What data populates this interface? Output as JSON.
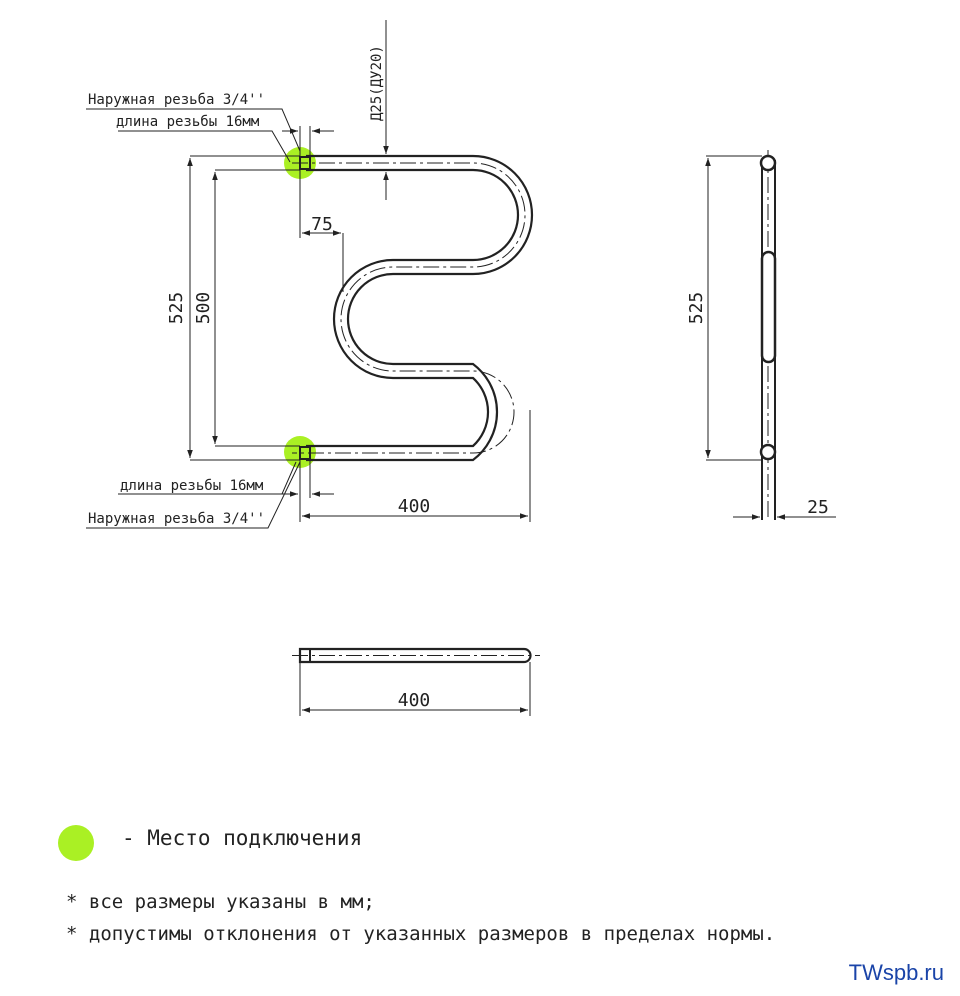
{
  "colors": {
    "line": "#222222",
    "connection_marker": "#aaf024",
    "brand": "#1a44a8"
  },
  "labels": {
    "thread_top": "Наружная резьба 3/4''",
    "thread_len_top": "длина резьбы 16мм",
    "thread_len_bottom": "длина резьбы 16мм",
    "thread_bottom": "Наружная резьба 3/4''",
    "pipe_diameter": "Д25(ДУ20)"
  },
  "dimensions": {
    "height_outer": "525",
    "height_inner": "500",
    "offset": "75",
    "width_front": "400",
    "height_side": "525",
    "depth_side": "25",
    "width_top": "400"
  },
  "legend": {
    "marker_icon": "connection-point-icon",
    "text": "- Место подключения"
  },
  "notes": [
    "* все размеры указаны в мм;",
    "* допустимы отклонения от указанных размеров в пределах нормы."
  ],
  "brand": "TWspb.ru"
}
